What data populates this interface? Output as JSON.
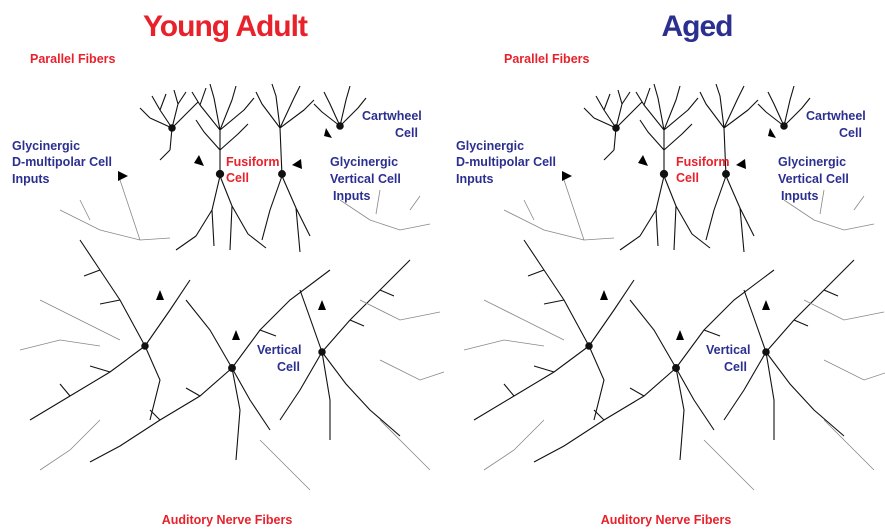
{
  "panels": [
    {
      "title": "Young Adult",
      "title_color": "#e8212b",
      "labels": {
        "parallel_fibers": "Parallel Fibers",
        "cartwheel_1": "Cartwheel",
        "cartwheel_2": "Cell",
        "glyc_d_1": "Glycinergic",
        "glyc_d_2": "D-multipolar Cell",
        "glyc_d_3": "Inputs",
        "fusiform_1": "Fusiform",
        "fusiform_2": "Cell",
        "glyc_v_1": "Glycinergic",
        "glyc_v_2": "Vertical Cell",
        "glyc_v_3": "Inputs",
        "vertical_1": "Vertical",
        "vertical_2": "Cell",
        "auditory": "Auditory Nerve Fibers"
      },
      "inhibitory_color": "#1b1f8a",
      "excitatory_color": "#e8212b",
      "faded_excitatory_color": "#e8212b"
    },
    {
      "title": "Aged",
      "title_color": "#2b2f8f",
      "labels": {
        "parallel_fibers": "Parallel Fibers",
        "cartwheel_1": "Cartwheel",
        "cartwheel_2": "Cell",
        "glyc_d_1": "Glycinergic",
        "glyc_d_2": "D-multipolar Cell",
        "glyc_d_3": "Inputs",
        "fusiform_1": "Fusiform",
        "fusiform_2": "Cell",
        "glyc_v_1": "Glycinergic",
        "glyc_v_2": "Vertical Cell",
        "glyc_v_3": "Inputs",
        "vertical_1": "Vertical",
        "vertical_2": "Cell",
        "auditory": "Auditory Nerve Fibers"
      },
      "inhibitory_color": "#9fd0f2",
      "excitatory_color": "#e8212b",
      "faded_excitatory_color": "#f2a7a7"
    }
  ],
  "label_colors": {
    "red": "#e8212b",
    "blue": "#2b2f8f"
  }
}
